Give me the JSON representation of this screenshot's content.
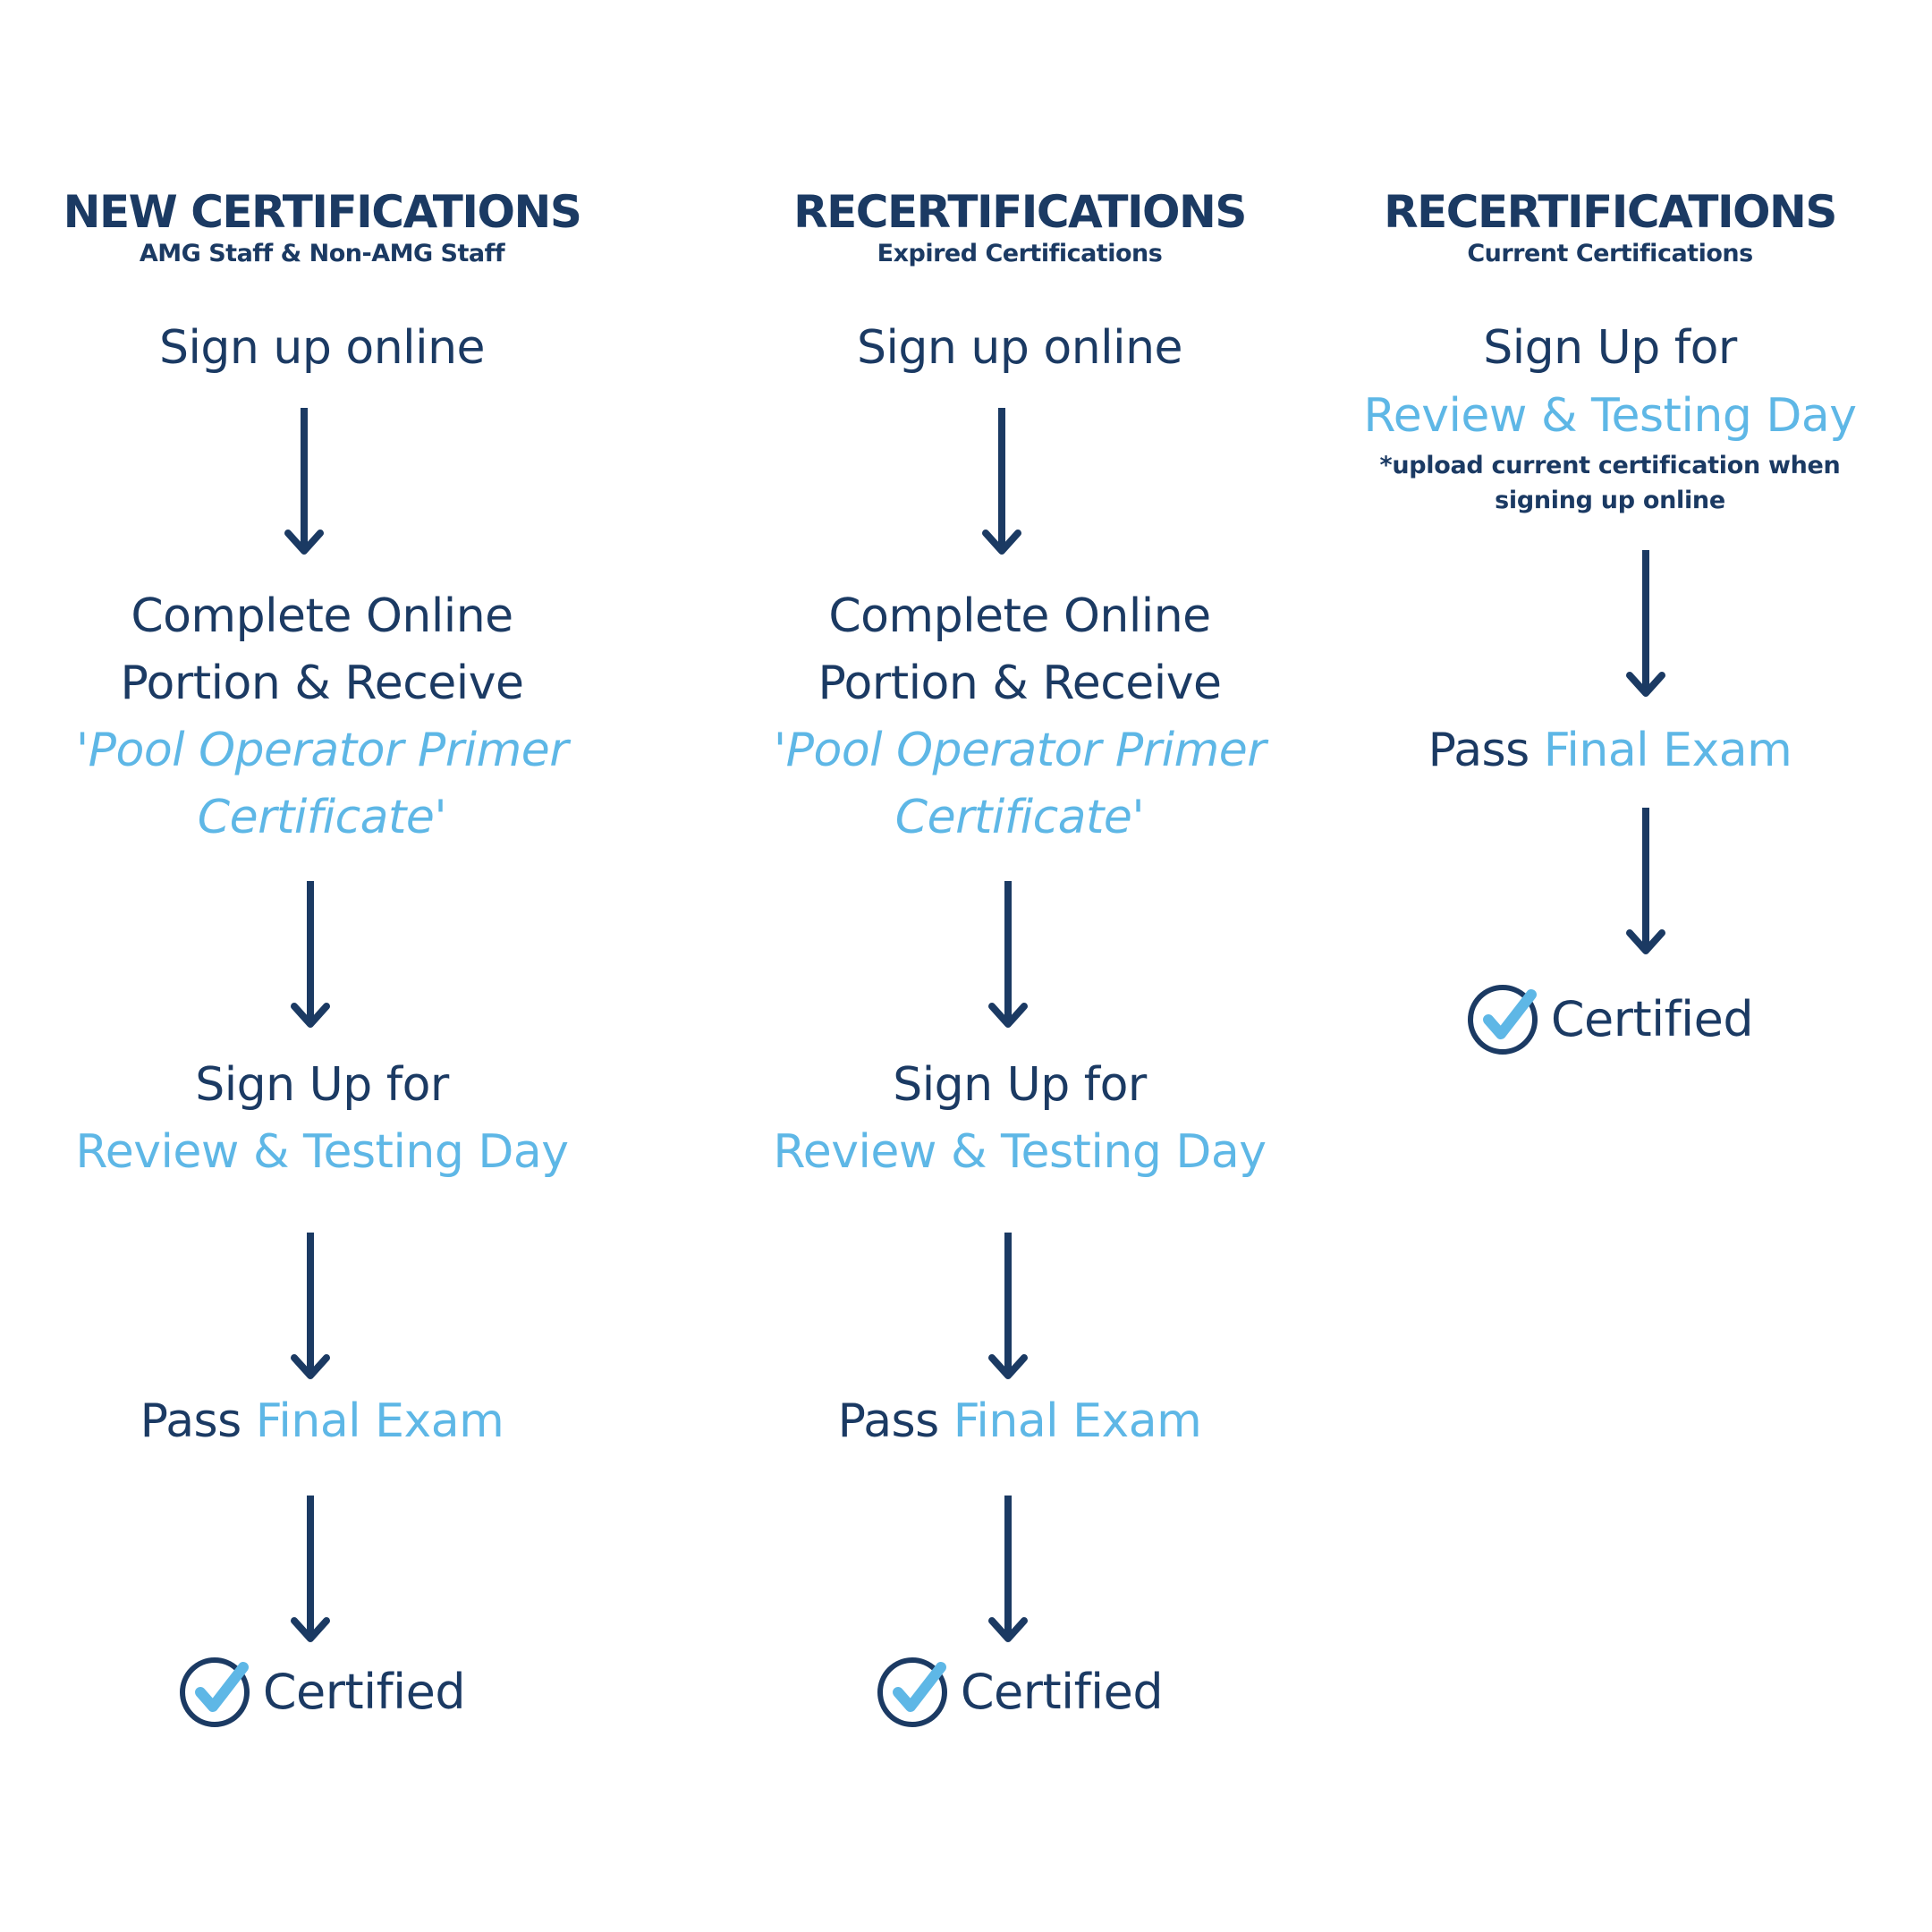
{
  "colors": {
    "navy": "#1b3a63",
    "accent": "#5eb7e6",
    "background": "#ffffff"
  },
  "columns": [
    {
      "title": "NEW CERTIFICATIONS",
      "subtitle": "AMG Staff & Non-AMG Staff",
      "sign_up": "Sign up online",
      "complete_line1": "Complete Online",
      "complete_line2": "Portion & Receive",
      "primer_line1": "'Pool Operator Primer",
      "primer_line2": "Certificate'",
      "review_line1": "Sign Up for",
      "review_line2": "Review & Testing Day",
      "pass_prefix": "Pass",
      "pass_highlight": "Final Exam",
      "certified": "Certified",
      "certified_icon": "check-circle-icon"
    },
    {
      "title": "RECERTIFICATIONS",
      "subtitle": "Expired Certifications",
      "sign_up": "Sign up online",
      "complete_line1": "Complete Online",
      "complete_line2": "Portion & Receive",
      "primer_line1": "'Pool Operator Primer",
      "primer_line2": "Certificate'",
      "review_line1": "Sign Up for",
      "review_line2": "Review & Testing Day",
      "pass_prefix": "Pass",
      "pass_highlight": "Final Exam",
      "certified": "Certified",
      "certified_icon": "check-circle-icon"
    },
    {
      "title": "RECERTIFICATIONS",
      "subtitle": "Current Certifications",
      "review_line1": "Sign Up for",
      "review_line2": "Review & Testing Day",
      "note_line1": "*upload current certification when",
      "note_line2": "signing up online",
      "pass_prefix": "Pass",
      "pass_highlight": "Final Exam",
      "certified": "Certified",
      "certified_icon": "check-circle-icon"
    }
  ]
}
